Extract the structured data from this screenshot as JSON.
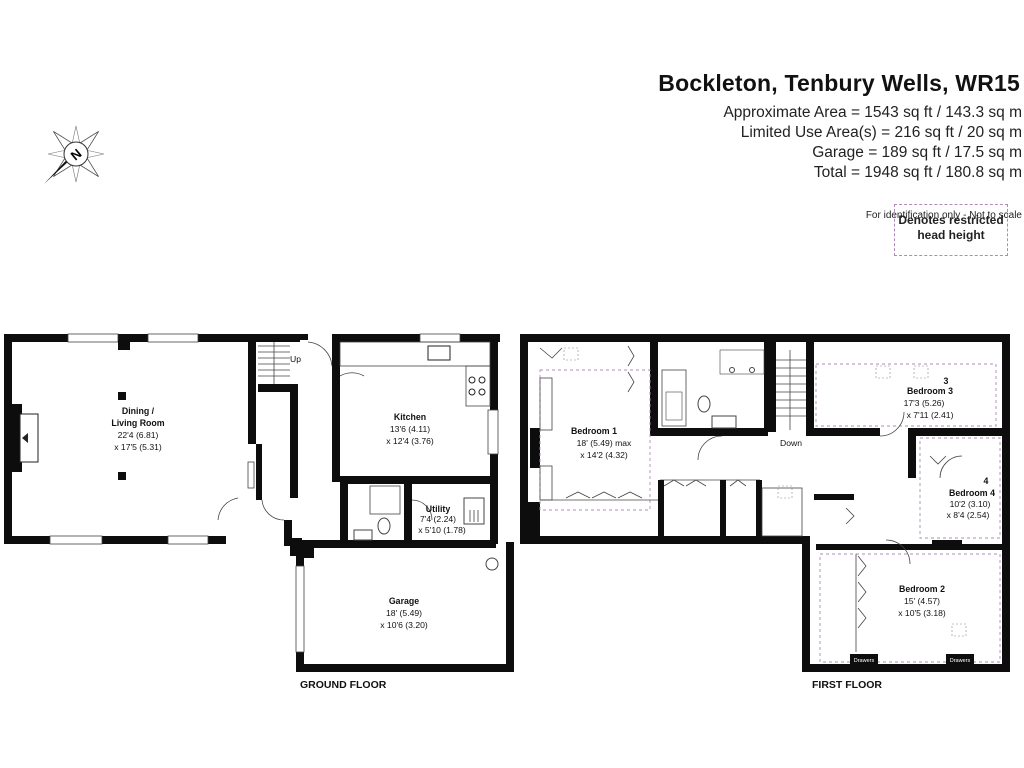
{
  "header": {
    "title": "Bockleton, Tenbury Wells, WR15",
    "areas": [
      "Approximate Area = 1543 sq ft / 143.3 sq m",
      "Limited Use Area(s) = 216 sq ft / 20 sq m",
      "Garage = 189 sq ft / 17.5 sq m",
      "Total = 1948 sq ft / 180.8 sq m"
    ],
    "note": "For identification only - Not to scale",
    "restricted_line1": "Denotes restricted",
    "restricted_line2": "head height"
  },
  "compass": {
    "letter": "N"
  },
  "ground_floor": {
    "label": "GROUND FLOOR",
    "up_label": "Up",
    "rooms": {
      "dining": {
        "name1": "Dining /",
        "name2": "Living Room",
        "dim1": "22'4 (6.81)",
        "dim2": "x 17'5 (5.31)"
      },
      "kitchen": {
        "name": "Kitchen",
        "dim1": "13'6 (4.11)",
        "dim2": "x 12'4 (3.76)"
      },
      "utility": {
        "name": "Utility",
        "dim1": "7'4 (2.24)",
        "dim2": "x 5'10 (1.78)"
      },
      "garage": {
        "name": "Garage",
        "dim1": "18' (5.49)",
        "dim2": "x 10'6 (3.20)"
      }
    }
  },
  "first_floor": {
    "label": "FIRST FLOOR",
    "down_label": "Down",
    "rooms": {
      "bedroom1": {
        "name": "Bedroom 1",
        "dim1": "18' (5.49) max",
        "dim2": "x 14'2 (4.32)"
      },
      "bedroom3": {
        "num": "3",
        "name": "Bedroom 3",
        "dim1": "17'3 (5.26)",
        "dim2": "x 7'11 (2.41)"
      },
      "bedroom4": {
        "num": "4",
        "name": "Bedroom 4",
        "dim1": "10'2 (3.10)",
        "dim2": "x 8'4 (2.54)"
      },
      "bedroom2": {
        "name": "Bedroom 2",
        "dim1": "15' (4.57)",
        "dim2": "x 10'5 (3.18)"
      }
    },
    "drawers_label": "Drawers"
  },
  "colors": {
    "wall": "#0d0d0d",
    "restricted": "#b08ab8"
  }
}
